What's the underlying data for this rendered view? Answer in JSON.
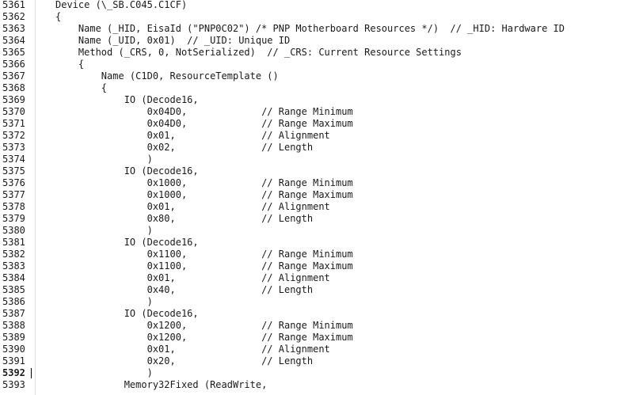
{
  "editor": {
    "current_line": "5392",
    "lines": [
      {
        "num": "5361",
        "text": "Device (\\_SB.C045.C1CF)"
      },
      {
        "num": "5362",
        "text": "{"
      },
      {
        "num": "5363",
        "text": "    Name (_HID, EisaId (\"PNP0C02\") /* PNP Motherboard Resources */)  // _HID: Hardware ID"
      },
      {
        "num": "5364",
        "text": "    Name (_UID, 0x01)  // _UID: Unique ID"
      },
      {
        "num": "5365",
        "text": "    Method (_CRS, 0, NotSerialized)  // _CRS: Current Resource Settings"
      },
      {
        "num": "5366",
        "text": "    {"
      },
      {
        "num": "5367",
        "text": "        Name (C1D0, ResourceTemplate ()"
      },
      {
        "num": "5368",
        "text": "        {"
      },
      {
        "num": "5369",
        "text": "            IO (Decode16,"
      },
      {
        "num": "5370",
        "text": "                0x04D0,             // Range Minimum"
      },
      {
        "num": "5371",
        "text": "                0x04D0,             // Range Maximum"
      },
      {
        "num": "5372",
        "text": "                0x01,               // Alignment"
      },
      {
        "num": "5373",
        "text": "                0x02,               // Length"
      },
      {
        "num": "5374",
        "text": "                )"
      },
      {
        "num": "5375",
        "text": "            IO (Decode16,"
      },
      {
        "num": "5376",
        "text": "                0x1000,             // Range Minimum"
      },
      {
        "num": "5377",
        "text": "                0x1000,             // Range Maximum"
      },
      {
        "num": "5378",
        "text": "                0x01,               // Alignment"
      },
      {
        "num": "5379",
        "text": "                0x80,               // Length"
      },
      {
        "num": "5380",
        "text": "                )"
      },
      {
        "num": "5381",
        "text": "            IO (Decode16,"
      },
      {
        "num": "5382",
        "text": "                0x1100,             // Range Minimum"
      },
      {
        "num": "5383",
        "text": "                0x1100,             // Range Maximum"
      },
      {
        "num": "5384",
        "text": "                0x01,               // Alignment"
      },
      {
        "num": "5385",
        "text": "                0x40,               // Length"
      },
      {
        "num": "5386",
        "text": "                )"
      },
      {
        "num": "5387",
        "text": "            IO (Decode16,"
      },
      {
        "num": "5388",
        "text": "                0x1200,             // Range Minimum"
      },
      {
        "num": "5389",
        "text": "                0x1200,             // Range Maximum"
      },
      {
        "num": "5390",
        "text": "                0x01,               // Alignment"
      },
      {
        "num": "5391",
        "text": "                0x20,               // Length"
      },
      {
        "num": "5392",
        "text": "                )"
      },
      {
        "num": "5393",
        "text": "            Memory32Fixed (ReadWrite,"
      }
    ]
  }
}
